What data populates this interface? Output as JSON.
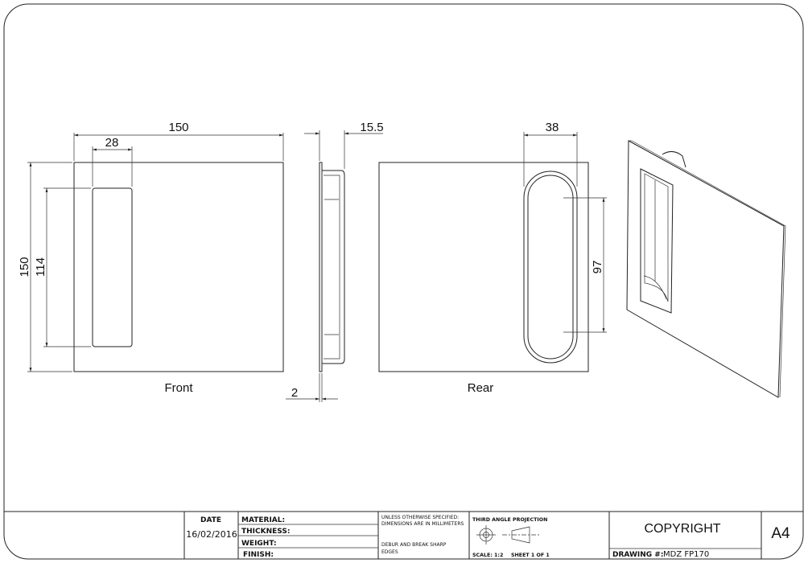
{
  "views": {
    "front": {
      "label": "Front",
      "dim_width": "150",
      "dim_slot_width": "28",
      "dim_height": "150",
      "dim_slot_height": "114"
    },
    "side": {
      "dim_depth": "15.5",
      "dim_thickness": "2"
    },
    "rear": {
      "label": "Rear",
      "dim_cup_width": "38",
      "dim_straight": "97"
    }
  },
  "title_block": {
    "date_label": "DATE",
    "date_value": "16/02/2016",
    "material_label": "MATERIAL:",
    "thickness_label": "THICKNESS:",
    "weight_label": "WEIGHT:",
    "finish_label": "FINISH:",
    "note_units_1": "UNLESS OTHERWISE SPECIFIED:",
    "note_units_2": "DIMENSIONS ARE IN MILLIMETERS",
    "note_debur_1": "DEBUR AND BREAK SHARP",
    "note_debur_2": "EDGES",
    "projection_label": "THIRD ANGLE PROJECTION",
    "scale_label": "SCALE: 1:2",
    "sheet_label": "SHEET 1 OF 1",
    "copyright": "COPYRIGHT",
    "drawing_no_label": "DRAWING #:",
    "drawing_no_value": "MDZ FP170",
    "sheet_size": "A4"
  }
}
